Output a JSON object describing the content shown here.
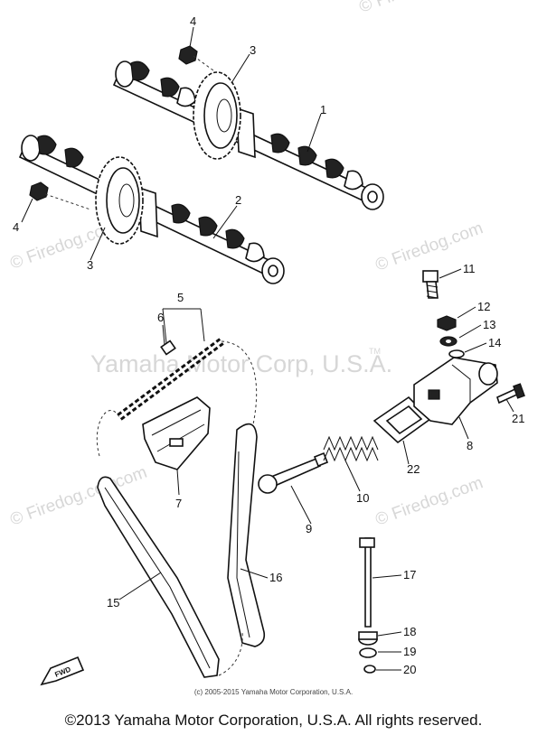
{
  "watermarks": {
    "firedog": "© Firedog.com",
    "firedog_partial": "com",
    "corp": "Yamaha Motor Corp, U.S.A.",
    "tm": "TM"
  },
  "labels": [
    "1",
    "2",
    "3",
    "3",
    "4",
    "4",
    "5",
    "6",
    "7",
    "8",
    "9",
    "10",
    "11",
    "12",
    "13",
    "14",
    "15",
    "16",
    "17",
    "18",
    "19",
    "20",
    "21",
    "22"
  ],
  "fwd_mark": "FWD",
  "caption_small": "(c) 2005-2015 Yamaha Motor Corporation, U.S.A.",
  "caption_main": "©2013 Yamaha Motor Corporation, U.S.A. All rights reserved."
}
